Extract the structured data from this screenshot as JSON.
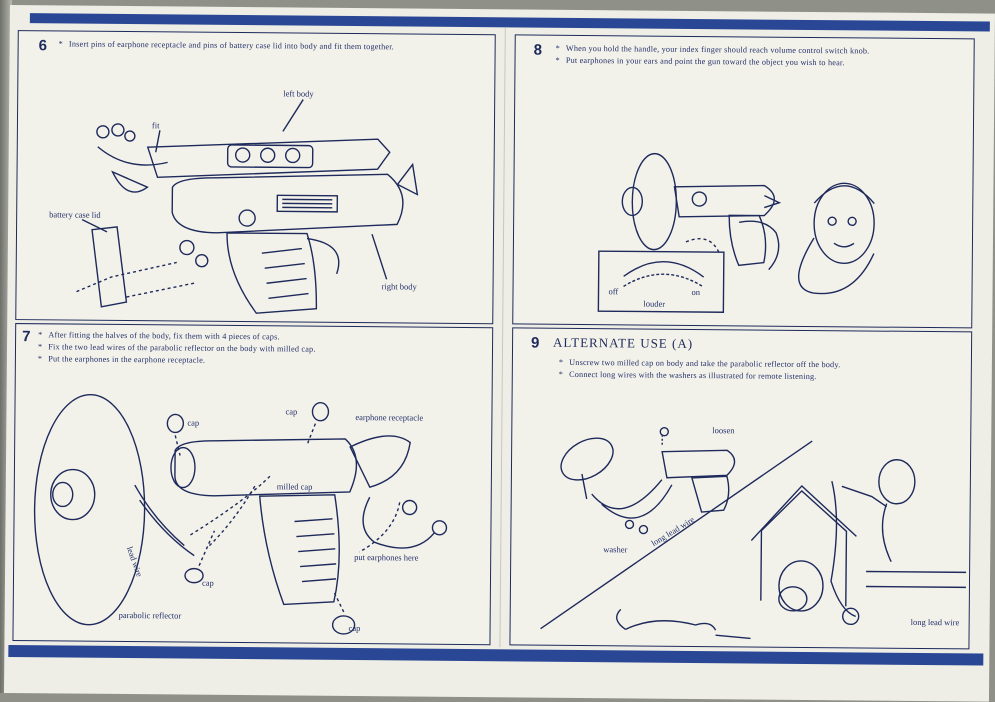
{
  "panel6": {
    "number": "6",
    "lines": [
      "Insert pins of earphone receptacle and pins of battery case lid into body and fit them together."
    ],
    "labels": {
      "left_body": "left body",
      "fit": "fit",
      "battery_case_lid": "battery case lid",
      "right_body": "right body"
    }
  },
  "panel7": {
    "number": "7",
    "lines": [
      "After fitting the halves of the body, fix them with 4 pieces of caps.",
      "Fix the two lead wires of the parabolic reflector on the body with milled cap.",
      "Put the earphones in the earphone receptacle."
    ],
    "labels": {
      "cap1": "cap",
      "cap2": "cap",
      "cap3": "cap",
      "cap4": "cap",
      "earphone_receptacle": "earphone receptacle",
      "milled_cap": "milled cap",
      "lead_wire": "lead wire",
      "put_earphones_here": "put earphones here",
      "parabolic_reflector": "parabolic reflector"
    }
  },
  "panel8": {
    "number": "8",
    "lines": [
      "When you hold the handle, your index finger should reach volume control switch knob.",
      "Put earphones in your ears and point the gun toward the object you wish to hear."
    ],
    "labels": {
      "off": "off",
      "on": "on",
      "louder": "louder"
    }
  },
  "panel9": {
    "number": "9",
    "title": "ALTERNATE USE (A)",
    "lines": [
      "Unscrew two milled cap on body and take the parabolic reflector off the body.",
      "Connect long wires with the washers as illustrated for remote listening."
    ],
    "labels": {
      "loosen": "loosen",
      "long_lead_wire_1": "long lead wire",
      "washer": "washer",
      "long_lead_wire_2": "long lead wire"
    }
  },
  "colors": {
    "ink": "#1e2a5c",
    "band": "#2a4795",
    "paper": "#eeeee6"
  }
}
